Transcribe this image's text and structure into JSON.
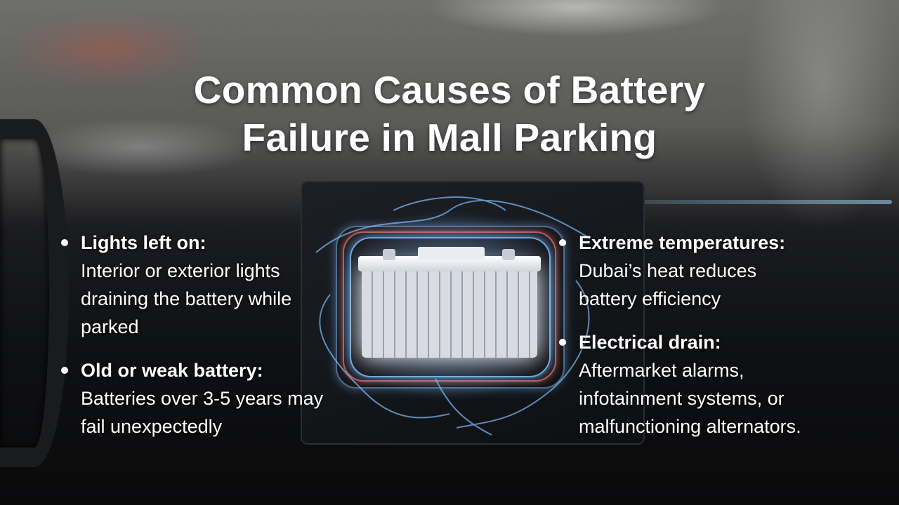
{
  "title": "Common Causes of Battery Failure in Mall Parking",
  "left_items": [
    {
      "title": "Lights left on:",
      "description": "Interior or exterior lights draining the battery while parked"
    },
    {
      "title": "Old or weak battery:",
      "description": "Batteries over 3-5 years may fail unexpectedly"
    }
  ],
  "right_items": [
    {
      "title": "Extreme temperatures:",
      "description": "Dubai’s heat reduces battery efficiency"
    },
    {
      "title": "Electrical drain:",
      "description": "Aftermarket alarms, infotainment systems, or malfunctioning alternators."
    }
  ],
  "colors": {
    "text": "#ffffff",
    "glow": "#8cc8ff",
    "accent_red": "#f06e64"
  }
}
